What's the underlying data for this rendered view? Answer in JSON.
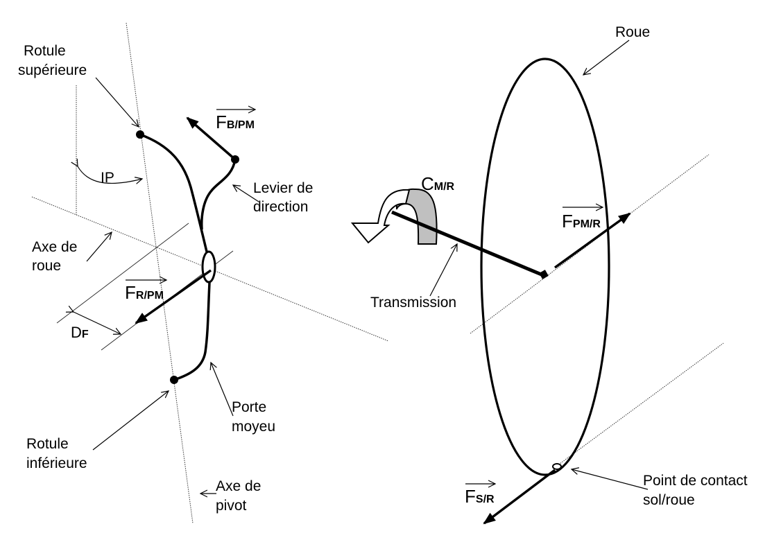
{
  "labels": {
    "rotule_superieure": [
      "Rotule",
      "supérieure"
    ],
    "rotule_inferieure": [
      "Rotule",
      "inférieure"
    ],
    "ip": "IP",
    "levier": [
      "Levier de",
      "direction"
    ],
    "axe_roue": [
      "Axe de",
      "roue"
    ],
    "axe_pivot": [
      "Axe de",
      "pivot"
    ],
    "porte_moyeu": [
      "Porte",
      "moyeu"
    ],
    "df": {
      "main": "D",
      "sub": "F"
    },
    "roue": "Roue",
    "transmission": "Transmission",
    "point_contact": [
      "Point de contact",
      "sol/roue"
    ]
  },
  "vectors": {
    "f_b_pm": {
      "main": "F",
      "sub": "B/PM"
    },
    "f_r_pm": {
      "main": "F",
      "sub": "R/PM"
    },
    "f_pm_r": {
      "main": "F",
      "sub": "PM/R"
    },
    "f_s_r": {
      "main": "F",
      "sub": "S/R"
    },
    "c_m_r": {
      "main": "C",
      "sub": "M/R"
    }
  },
  "colors": {
    "ink": "#000000",
    "torque_fill": "#c0c0c0",
    "background": "#ffffff"
  }
}
